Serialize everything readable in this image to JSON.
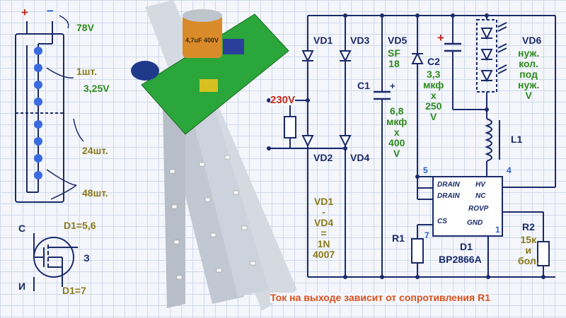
{
  "left_diagram": {
    "plus": "+",
    "minus": "−",
    "voltage_total": "78V",
    "qty_one": "1шт.",
    "voltage_one": "3,25V",
    "count_24": "24шт.",
    "count_48": "48шт."
  },
  "mosfet": {
    "gate": "С",
    "source": "И",
    "drain": "З",
    "d1_top": "D1=5,6",
    "d1_bottom": "D1=7"
  },
  "photo": {
    "capacitor_text": "4,7uF 400V"
  },
  "circuit": {
    "vd1": "VD1",
    "vd2": "VD2",
    "vd3": "VD3",
    "vd4": "VD4",
    "vd5": "VD5",
    "vd5_type": [
      "SF",
      "18"
    ],
    "c1": "C1",
    "c1_value": [
      "6,8",
      "мкф",
      "x",
      "400",
      "V"
    ],
    "c2": "C2",
    "c2_value": [
      "3,3",
      "мкф",
      "x",
      "250",
      "V"
    ],
    "vd6": "VD6",
    "vd6_note": [
      "нуж.",
      "кол.",
      "под",
      "нуж.",
      "V"
    ],
    "l1": "L1",
    "input_voltage": "230V",
    "plus_c2": "+",
    "plus_c1": "+",
    "vd_types": [
      "VD1",
      "-",
      "VD4",
      "=",
      "1N",
      "4007"
    ],
    "r1": "R1",
    "r2": "R2",
    "r2_value": [
      "15к",
      "и",
      "бол."
    ],
    "d1": "D1",
    "d1_part": "BP2866A",
    "chip_pins": {
      "drain1": "DRAIN",
      "drain2": "DRAIN",
      "cs": "CS",
      "hv": "HV",
      "nc": "NC",
      "rovp": "ROVP",
      "gnd": "GND"
    },
    "pin_numbers": {
      "p5": "5",
      "p4": "4",
      "p7": "7",
      "p1": "1"
    }
  },
  "caption": "Ток на выходе зависит от сопротивления R1"
}
